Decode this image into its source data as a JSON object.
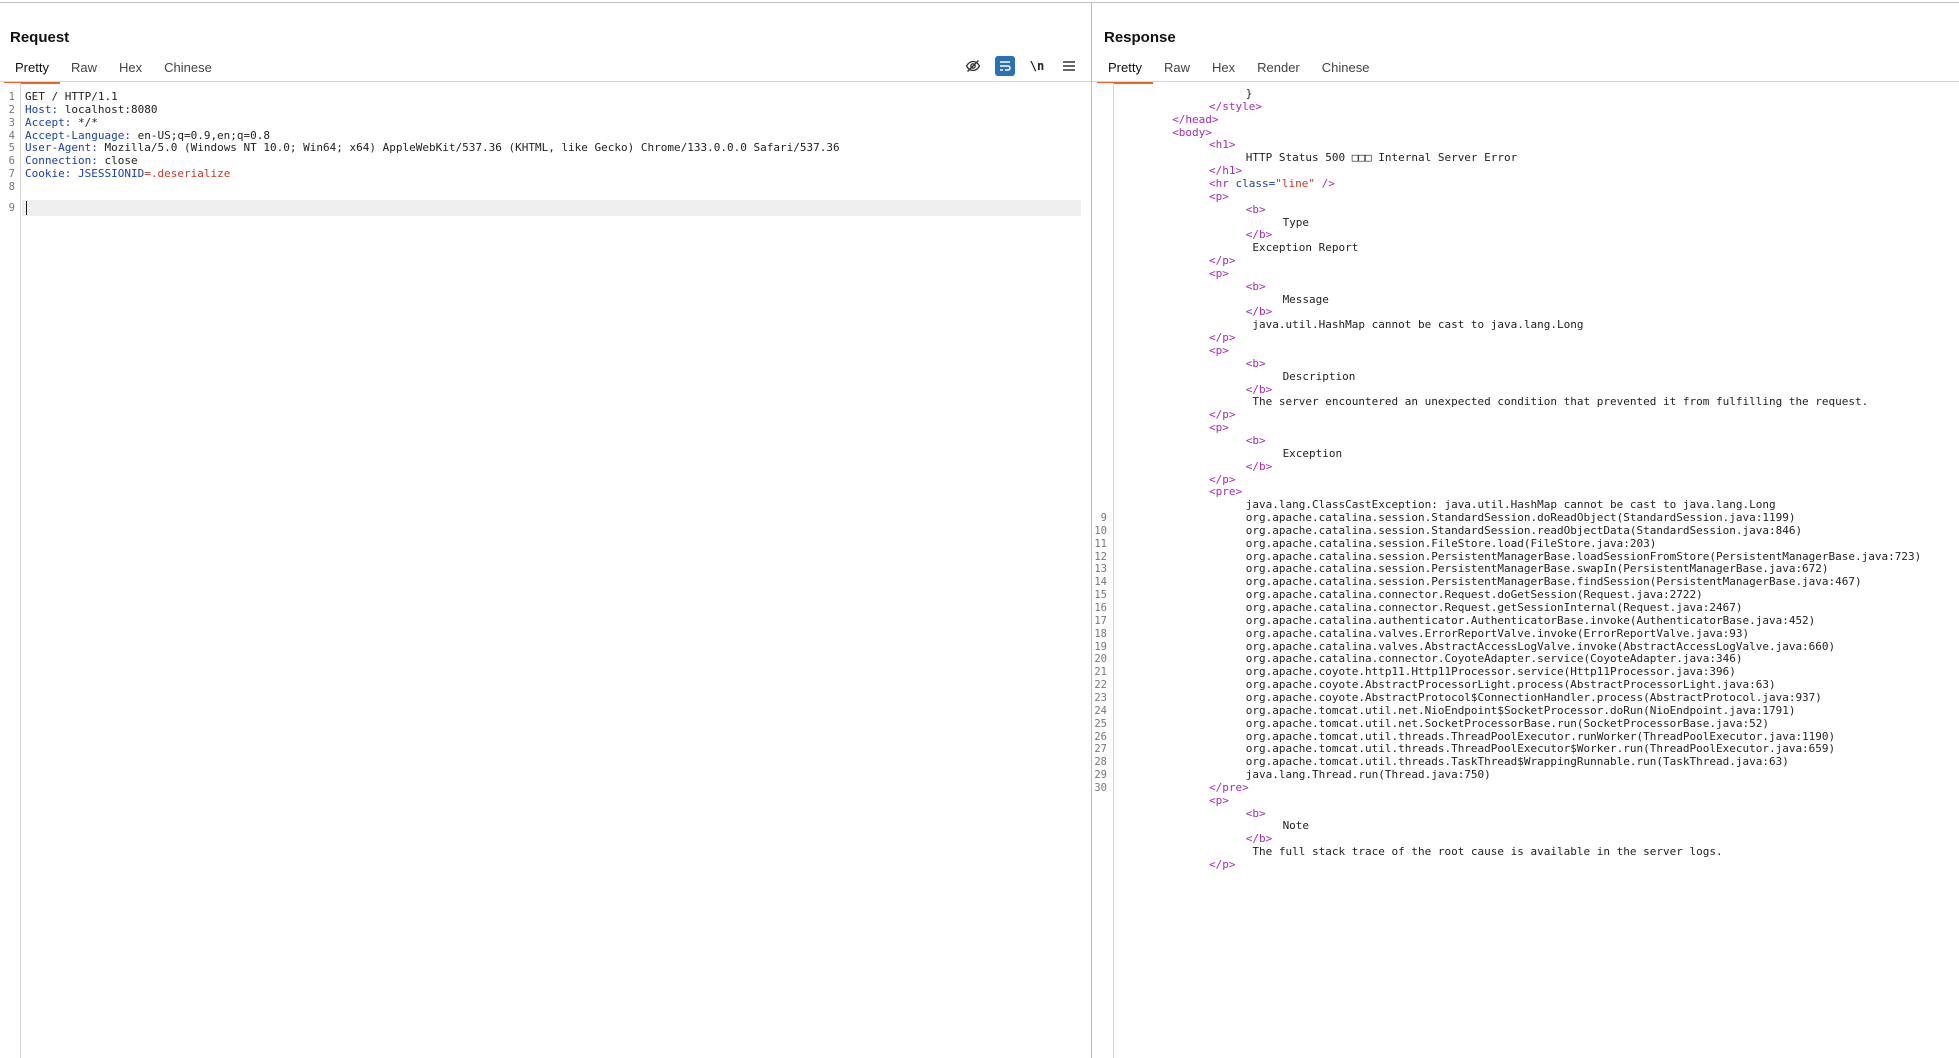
{
  "request": {
    "title": "Request",
    "tabs": [
      "Pretty",
      "Raw",
      "Hex",
      "Chinese"
    ],
    "active_tab": "Pretty",
    "toolbar_icons": [
      "hide-icon",
      "wrap-lines-icon",
      "newline-toggle-icon",
      "menu-icon"
    ],
    "newline_label": "\\n",
    "lines": [
      {
        "n": "1",
        "k": "plain",
        "text": "GET / HTTP/1.1"
      },
      {
        "n": "2",
        "k": "header",
        "name": "Host",
        "value": " localhost:8080"
      },
      {
        "n": "3",
        "k": "header",
        "name": "Accept",
        "value": " */*"
      },
      {
        "n": "4",
        "k": "header",
        "name": "Accept-Language",
        "value": " en-US;q=0.9,en;q=0.8"
      },
      {
        "n": "5",
        "k": "header",
        "name": "User-Agent",
        "value": " Mozilla/5.0 (Windows NT 10.0; Win64; x64) AppleWebKit/537.36 (KHTML, like Gecko) Chrome/133.0.0.0 Safari/537.36"
      },
      {
        "n": "6",
        "k": "header",
        "name": "Connection",
        "value": " close"
      },
      {
        "n": "7",
        "k": "cookie",
        "name": "Cookie",
        "cname": "JSESSIONID",
        "cval": "=.deserialize"
      },
      {
        "n": "8",
        "k": "plain",
        "text": ""
      },
      {
        "n": "9",
        "k": "cursor",
        "text": ""
      }
    ]
  },
  "response": {
    "title": "Response",
    "tabs": [
      "Pretty",
      "Raw",
      "Hex",
      "Render",
      "Chinese"
    ],
    "active_tab": "Pretty",
    "lines": [
      {
        "n": "",
        "i": 7,
        "p": [
          [
            "t",
            "}"
          ]
        ]
      },
      {
        "n": "",
        "i": 5,
        "p": [
          [
            "g",
            "</style>"
          ]
        ]
      },
      {
        "n": "",
        "i": 3,
        "p": [
          [
            "g",
            "</head>"
          ]
        ]
      },
      {
        "n": "",
        "i": 3,
        "p": [
          [
            "g",
            "<body>"
          ]
        ]
      },
      {
        "n": "",
        "i": 5,
        "p": [
          [
            "g",
            "<h1>"
          ]
        ]
      },
      {
        "n": "",
        "i": 7,
        "p": [
          [
            "t",
            "HTTP Status 500 □□□ Internal Server Error"
          ]
        ]
      },
      {
        "n": "",
        "i": 5,
        "p": [
          [
            "g",
            "</h1>"
          ]
        ]
      },
      {
        "n": "",
        "i": 5,
        "p": [
          [
            "g",
            "<hr "
          ],
          [
            "a",
            "class="
          ],
          [
            "v",
            "\"line\""
          ],
          [
            "g",
            " />"
          ]
        ]
      },
      {
        "n": "",
        "i": 5,
        "p": [
          [
            "g",
            "<p>"
          ]
        ]
      },
      {
        "n": "",
        "i": 7,
        "p": [
          [
            "g",
            "<b>"
          ]
        ]
      },
      {
        "n": "",
        "i": 9,
        "p": [
          [
            "t",
            "Type"
          ]
        ]
      },
      {
        "n": "",
        "i": 7,
        "p": [
          [
            "g",
            "</b>"
          ]
        ]
      },
      {
        "n": "",
        "i": 7,
        "p": [
          [
            "t",
            " Exception Report"
          ]
        ]
      },
      {
        "n": "",
        "i": 5,
        "p": [
          [
            "g",
            "</p>"
          ]
        ]
      },
      {
        "n": "",
        "i": 5,
        "p": [
          [
            "g",
            "<p>"
          ]
        ]
      },
      {
        "n": "",
        "i": 7,
        "p": [
          [
            "g",
            "<b>"
          ]
        ]
      },
      {
        "n": "",
        "i": 9,
        "p": [
          [
            "t",
            "Message"
          ]
        ]
      },
      {
        "n": "",
        "i": 7,
        "p": [
          [
            "g",
            "</b>"
          ]
        ]
      },
      {
        "n": "",
        "i": 7,
        "p": [
          [
            "t",
            " java.util.HashMap cannot be cast to java.lang.Long"
          ]
        ]
      },
      {
        "n": "",
        "i": 5,
        "p": [
          [
            "g",
            "</p>"
          ]
        ]
      },
      {
        "n": "",
        "i": 5,
        "p": [
          [
            "g",
            "<p>"
          ]
        ]
      },
      {
        "n": "",
        "i": 7,
        "p": [
          [
            "g",
            "<b>"
          ]
        ]
      },
      {
        "n": "",
        "i": 9,
        "p": [
          [
            "t",
            "Description"
          ]
        ]
      },
      {
        "n": "",
        "i": 7,
        "p": [
          [
            "g",
            "</b>"
          ]
        ]
      },
      {
        "n": "",
        "i": 7,
        "p": [
          [
            "t",
            " The server encountered an unexpected condition that prevented it from fulfilling the request."
          ]
        ]
      },
      {
        "n": "",
        "i": 5,
        "p": [
          [
            "g",
            "</p>"
          ]
        ]
      },
      {
        "n": "",
        "i": 5,
        "p": [
          [
            "g",
            "<p>"
          ]
        ]
      },
      {
        "n": "",
        "i": 7,
        "p": [
          [
            "g",
            "<b>"
          ]
        ]
      },
      {
        "n": "",
        "i": 9,
        "p": [
          [
            "t",
            "Exception"
          ]
        ]
      },
      {
        "n": "",
        "i": 7,
        "p": [
          [
            "g",
            "</b>"
          ]
        ]
      },
      {
        "n": "",
        "i": 5,
        "p": [
          [
            "g",
            "</p>"
          ]
        ]
      },
      {
        "n": "",
        "i": 5,
        "p": [
          [
            "g",
            "<pre>"
          ]
        ]
      },
      {
        "n": "",
        "i": 7,
        "p": [
          [
            "t",
            "java.lang.ClassCastException: java.util.HashMap cannot be cast to java.lang.Long"
          ]
        ]
      },
      {
        "n": "9",
        "i": 7,
        "p": [
          [
            "t",
            "org.apache.catalina.session.StandardSession.doReadObject(StandardSession.java:1199)"
          ]
        ]
      },
      {
        "n": "10",
        "i": 7,
        "p": [
          [
            "t",
            "org.apache.catalina.session.StandardSession.readObjectData(StandardSession.java:846)"
          ]
        ]
      },
      {
        "n": "11",
        "i": 7,
        "p": [
          [
            "t",
            "org.apache.catalina.session.FileStore.load(FileStore.java:203)"
          ]
        ]
      },
      {
        "n": "12",
        "i": 7,
        "p": [
          [
            "t",
            "org.apache.catalina.session.PersistentManagerBase.loadSessionFromStore(PersistentManagerBase.java:723)"
          ]
        ]
      },
      {
        "n": "13",
        "i": 7,
        "p": [
          [
            "t",
            "org.apache.catalina.session.PersistentManagerBase.swapIn(PersistentManagerBase.java:672)"
          ]
        ]
      },
      {
        "n": "14",
        "i": 7,
        "p": [
          [
            "t",
            "org.apache.catalina.session.PersistentManagerBase.findSession(PersistentManagerBase.java:467)"
          ]
        ]
      },
      {
        "n": "15",
        "i": 7,
        "p": [
          [
            "t",
            "org.apache.catalina.connector.Request.doGetSession(Request.java:2722)"
          ]
        ]
      },
      {
        "n": "16",
        "i": 7,
        "p": [
          [
            "t",
            "org.apache.catalina.connector.Request.getSessionInternal(Request.java:2467)"
          ]
        ]
      },
      {
        "n": "17",
        "i": 7,
        "p": [
          [
            "t",
            "org.apache.catalina.authenticator.AuthenticatorBase.invoke(AuthenticatorBase.java:452)"
          ]
        ]
      },
      {
        "n": "18",
        "i": 7,
        "p": [
          [
            "t",
            "org.apache.catalina.valves.ErrorReportValve.invoke(ErrorReportValve.java:93)"
          ]
        ]
      },
      {
        "n": "19",
        "i": 7,
        "p": [
          [
            "t",
            "org.apache.catalina.valves.AbstractAccessLogValve.invoke(AbstractAccessLogValve.java:660)"
          ]
        ]
      },
      {
        "n": "20",
        "i": 7,
        "p": [
          [
            "t",
            "org.apache.catalina.connector.CoyoteAdapter.service(CoyoteAdapter.java:346)"
          ]
        ]
      },
      {
        "n": "21",
        "i": 7,
        "p": [
          [
            "t",
            "org.apache.coyote.http11.Http11Processor.service(Http11Processor.java:396)"
          ]
        ]
      },
      {
        "n": "22",
        "i": 7,
        "p": [
          [
            "t",
            "org.apache.coyote.AbstractProcessorLight.process(AbstractProcessorLight.java:63)"
          ]
        ]
      },
      {
        "n": "23",
        "i": 7,
        "p": [
          [
            "t",
            "org.apache.coyote.AbstractProtocol$ConnectionHandler.process(AbstractProtocol.java:937)"
          ]
        ]
      },
      {
        "n": "24",
        "i": 7,
        "p": [
          [
            "t",
            "org.apache.tomcat.util.net.NioEndpoint$SocketProcessor.doRun(NioEndpoint.java:1791)"
          ]
        ]
      },
      {
        "n": "25",
        "i": 7,
        "p": [
          [
            "t",
            "org.apache.tomcat.util.net.SocketProcessorBase.run(SocketProcessorBase.java:52)"
          ]
        ]
      },
      {
        "n": "26",
        "i": 7,
        "p": [
          [
            "t",
            "org.apache.tomcat.util.threads.ThreadPoolExecutor.runWorker(ThreadPoolExecutor.java:1190)"
          ]
        ]
      },
      {
        "n": "27",
        "i": 7,
        "p": [
          [
            "t",
            "org.apache.tomcat.util.threads.ThreadPoolExecutor$Worker.run(ThreadPoolExecutor.java:659)"
          ]
        ]
      },
      {
        "n": "28",
        "i": 7,
        "p": [
          [
            "t",
            "org.apache.tomcat.util.threads.TaskThread$WrappingRunnable.run(TaskThread.java:63)"
          ]
        ]
      },
      {
        "n": "29",
        "i": 7,
        "p": [
          [
            "t",
            "java.lang.Thread.run(Thread.java:750)"
          ]
        ]
      },
      {
        "n": "30",
        "i": 5,
        "p": [
          [
            "g",
            "</pre>"
          ]
        ]
      },
      {
        "n": "",
        "i": 5,
        "p": [
          [
            "g",
            "<p>"
          ]
        ]
      },
      {
        "n": "",
        "i": 7,
        "p": [
          [
            "g",
            "<b>"
          ]
        ]
      },
      {
        "n": "",
        "i": 9,
        "p": [
          [
            "t",
            "Note"
          ]
        ]
      },
      {
        "n": "",
        "i": 7,
        "p": [
          [
            "g",
            "</b>"
          ]
        ]
      },
      {
        "n": "",
        "i": 7,
        "p": [
          [
            "t",
            " The full stack trace of the root cause is available in the server logs."
          ]
        ]
      },
      {
        "n": "",
        "i": 5,
        "p": [
          [
            "g",
            "</p>"
          ]
        ]
      }
    ]
  }
}
